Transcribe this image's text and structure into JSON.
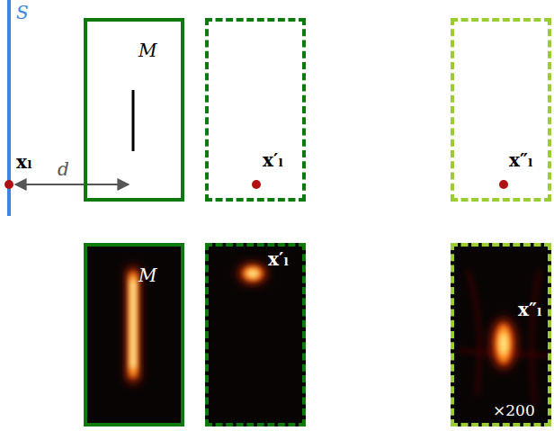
{
  "diagram": {
    "nodes": [
      {
        "text": [
          "M"
        ]
      },
      {
        "text": [
          "x′ₗ"
        ]
      },
      {
        "text": [
          "x″ₗ"
        ]
      },
      {
        "text": [
          "M"
        ]
      },
      {
        "text": [
          "x′ₗ"
        ]
      },
      {
        "text": [
          "x″ₗ",
          "×200"
        ]
      }
    ],
    "labels": [
      "S",
      "xₗ",
      "d"
    ]
  }
}
